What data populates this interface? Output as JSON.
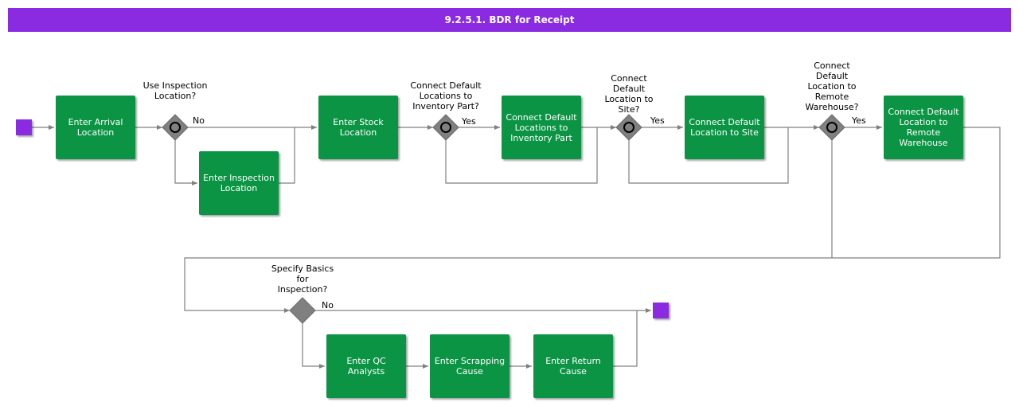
{
  "title": "9.2.5.1. BDR for Receipt",
  "colors": {
    "title_bg": "#8a2be2",
    "task_bg": "#0b9444",
    "event": "#8a2be2",
    "gateway": "#808080",
    "line": "#808080"
  },
  "tasks": {
    "arrival": "Enter Arrival Location",
    "inspection": "Enter Inspection Location",
    "stock": "Enter Stock Location",
    "inv_part": "Connect Default Locations to Inventory Part",
    "site": "Connect Default Location to Site",
    "remote": "Connect Default Location to Remote Warehouse",
    "qc": "Enter QC Analysts",
    "scrap": "Enter Scrapping Cause",
    "return": "Enter Return Cause"
  },
  "gateways": {
    "g1": "Use Inspection Location?",
    "g2": "Connect Default Locations to Inventory Part?",
    "g3": "Connect Default Location to Site?",
    "g4": "Connect Default Location to Remote Warehouse?",
    "g5": "Specify Basics for Inspection?"
  },
  "edge_labels": {
    "g1_no": "No",
    "g2_yes": "Yes",
    "g3_yes": "Yes",
    "g4_yes": "Yes",
    "g5_no": "No"
  }
}
